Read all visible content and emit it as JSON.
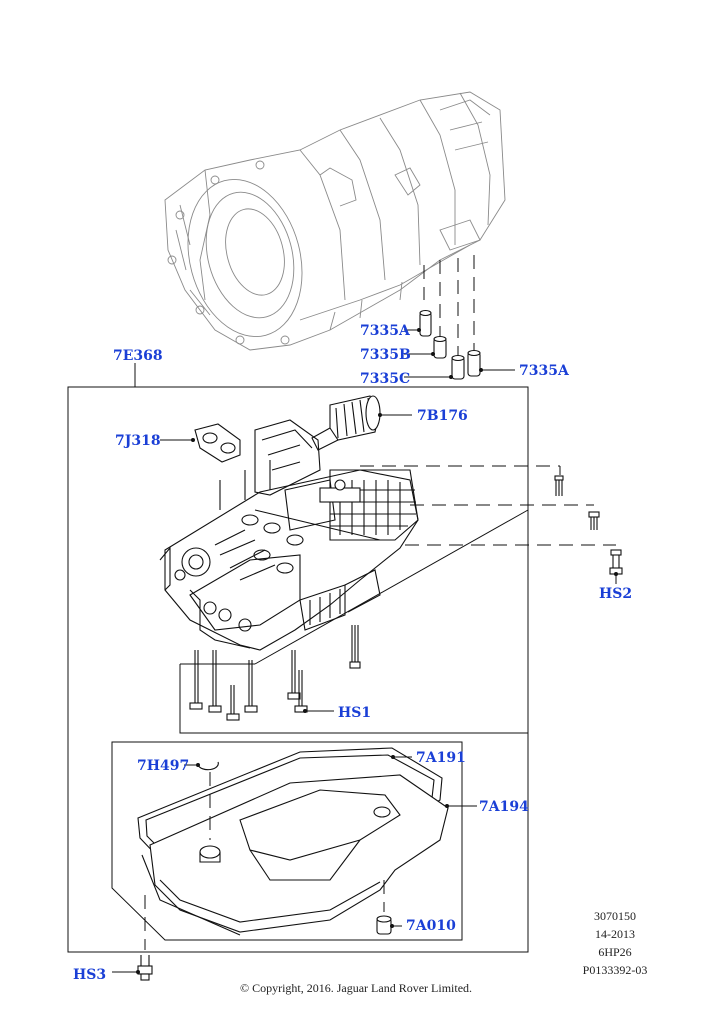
{
  "callouts": {
    "c7335A_top": "7335A",
    "c7335B": "7335B",
    "c7335C": "7335C",
    "c7335A_right": "7335A",
    "c7E368": "7E368",
    "c7B176": "7B176",
    "c7J318": "7J318",
    "cHS2": "HS2",
    "cHS1": "HS1",
    "c7H497": "7H497",
    "c7A191": "7A191",
    "c7A194": "7A194",
    "c7A010": "7A010",
    "cHS3": "HS3"
  },
  "reference": {
    "line1": "3070150",
    "line2": "14-2013",
    "line3": "6HP26",
    "line4": "P0133392-03"
  },
  "copyright": "© Copyright, 2016. Jaguar Land Rover Limited."
}
